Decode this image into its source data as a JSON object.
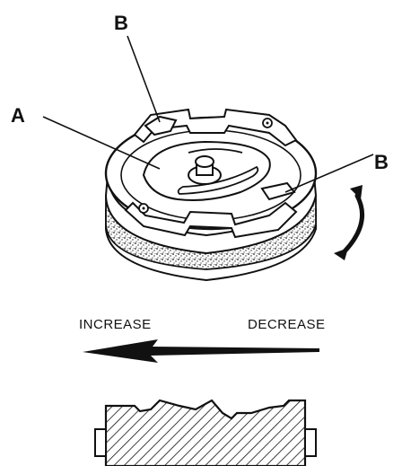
{
  "labels": {
    "callout_b_top": "B",
    "callout_a": "A",
    "callout_b_right": "B",
    "increase": "INCREASE",
    "decrease": "DECREASE"
  },
  "colors": {
    "ink": "#111111",
    "paper": "#ffffff"
  },
  "icons": {
    "rotation": "curved-double-arrow-icon",
    "direction": "left-arrow-icon"
  }
}
